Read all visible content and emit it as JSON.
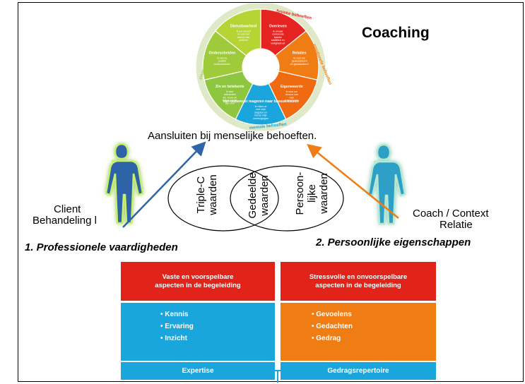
{
  "title": "Coaching",
  "wheel": {
    "ring_labels": {
      "top": "fysieke behoeften",
      "right": "emotionele behoeften",
      "bottom": "mentale behoeften",
      "left": "zingevende behoeften"
    },
    "segments": [
      {
        "title": "Overleven",
        "text": "Ik ervaar voldoende fysieke stabiliteit en veiligheid uit mezelf en mijn omgeving",
        "color": "#e52421"
      },
      {
        "title": "Relaties",
        "text": "Ik voel me geaccepteerd en gewaardeerd",
        "color": "#f07c14"
      },
      {
        "title": "Eigenwaarde",
        "text": "Ik voel me bewust van mijn eigenwaarde",
        "color": "#ef6a10"
      },
      {
        "title": "Van onbewust reageren naar bewust kiezen",
        "text": "Ik reken af met mijn angsten en herzie mijn overtuigingen en waarden",
        "color": "#1aa6dd"
      },
      {
        "title": "Zin en betekenis",
        "text": "Ik doe activiteiten die zinvol en betekenisvol zijn voor mezelf en anderen",
        "color": "#8ec640"
      },
      {
        "title": "Onderscheiden",
        "text": "Ik wil me positief onderscheiden",
        "color": "#9fcb3a"
      },
      {
        "title": "Dienstbaarheid",
        "text": "Ik zet mezelf in voor het welzijn van anderen",
        "color": "#b6d433"
      }
    ],
    "colors": {
      "red": "#e52421",
      "orange": "#f07c14",
      "blue": "#1aa6dd",
      "green": "#9fcb3a"
    }
  },
  "subtitle": "Aansluiten bij menselijke behoeften.",
  "left_figure": {
    "line1": "Client",
    "line2": "Behandeling l",
    "color": "#2e64a8"
  },
  "right_figure": {
    "line1": "Coach / Context",
    "line2": "Relatie",
    "color": "#2da0c8"
  },
  "venn": {
    "left": [
      "Triple-C",
      "waarden"
    ],
    "middle": [
      "Gedeelde",
      "waarden"
    ],
    "right": [
      "Persoon-",
      "lijke",
      "waarden"
    ]
  },
  "heading_left": "1. Professionele vaardigheden",
  "heading_right": "2. Persoonlijke eigenschappen",
  "bottom_left": {
    "header": "Vaste en voorspelbare aspecten in de begeleiding",
    "items": [
      "• Kennis",
      "• Ervaring",
      "• Inzicht"
    ],
    "footer": "Expertise"
  },
  "bottom_right": {
    "header": "Stressvolle en onvoorspelbare aspecten in de begeleiding",
    "items": [
      "• Gevoelens",
      "• Gedachten",
      "• Gedrag"
    ],
    "footer": "Gedragsrepertoire"
  },
  "colors": {
    "header_red": "#e2231a",
    "blue": "#1aa6dd",
    "orange": "#f07c14",
    "arrow_left": "#2e64a8",
    "arrow_right": "#f07c14"
  }
}
